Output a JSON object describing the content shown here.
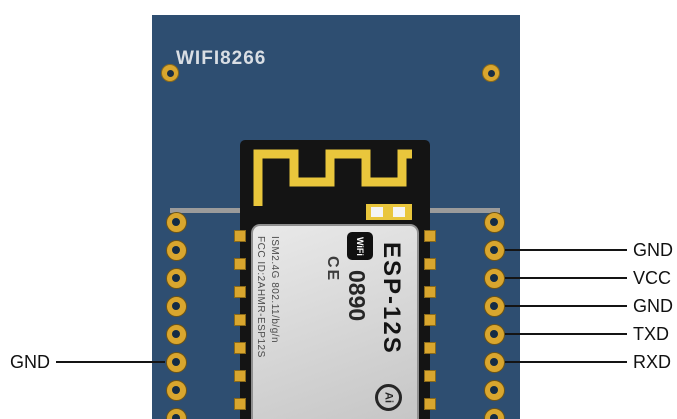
{
  "board": {
    "title": "WIFI8266"
  },
  "module": {
    "fcc_text": "FCC ID:2AHMR-ESP12S",
    "ism_text": "ISM2.4G 802.11/b/g/n",
    "ce_mark": "CE",
    "wifi_logo": "WiFi",
    "cert_number": "0890",
    "model": "ESP-12S",
    "ai_logo": "Ai"
  },
  "pin_labels": {
    "left": [
      "GND"
    ],
    "right": [
      "GND",
      "VCC",
      "GND",
      "TXD",
      "RXD"
    ]
  },
  "colors": {
    "pcb": "#2e4e71",
    "pad_gold": "#d9a62e",
    "antenna_yellow": "#e9c63c",
    "shield_gray": "#d6d6d6",
    "line_black": "#141414"
  }
}
